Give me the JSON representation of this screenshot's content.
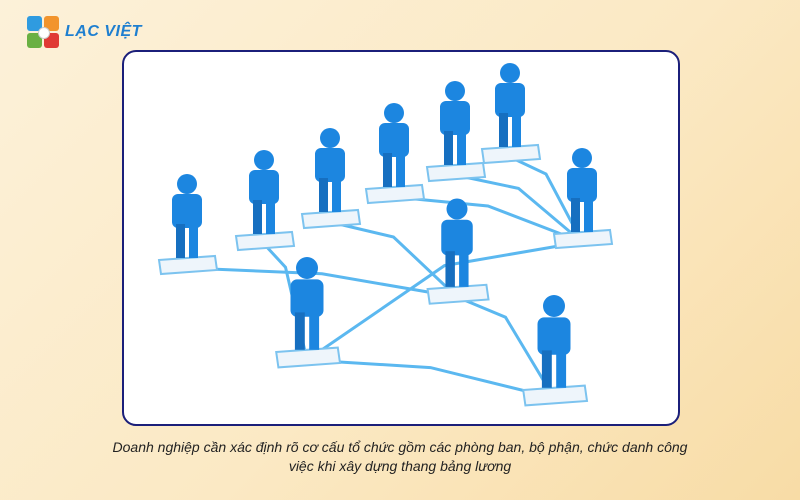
{
  "brand": {
    "name": "LẠC VIỆT",
    "colors": [
      "#2f9be0",
      "#f2942c",
      "#6ab043",
      "#e03a35"
    ]
  },
  "image": {
    "subject": "organization-network-figures",
    "figure_color": "#1c86e0",
    "line_color": "#5bb8f0"
  },
  "caption": {
    "line1": "Doanh nghiệp cần xác định rõ cơ cấu tổ chức gồm các phòng ban, bộ phận, chức danh công",
    "line2": "việc khi xây dựng thang bảng lương"
  }
}
